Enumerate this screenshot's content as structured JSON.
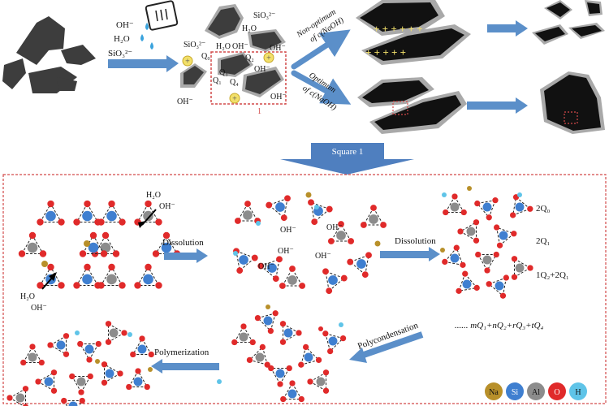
{
  "top": {
    "reagents": [
      "OH⁻",
      "H₂O",
      "SiO₃²⁻"
    ],
    "center_labels": {
      "sio3_a": "SiO₃²⁻",
      "sio3_b": "SiO₃²⁻",
      "h2o_a": "H₂O",
      "h2o_b": "H₂O",
      "oh_a": "OH⁻",
      "oh_b": "OH⁻",
      "oh_c": "OH⁻",
      "oh_d": "OH⁻",
      "oh_e": "OH⁻",
      "q0": "Q₀",
      "q1": "Q₁",
      "q2": "Q₂",
      "q3": "Q₃",
      "q4": "Q₄",
      "box_number": "1"
    },
    "branch_upper": [
      "Non-optimum",
      "of c(NaOH)"
    ],
    "branch_lower": [
      "Optimum",
      "of c(NaOH)"
    ],
    "plus_sign": "+",
    "square_label": "Square 1"
  },
  "panel": {
    "water_top": [
      "H₂O",
      "OH⁻"
    ],
    "water_bottom": [
      "H₂O",
      "OH⁻"
    ],
    "dissolution_1": "Dissolution",
    "dissolution_2": "Dissolution",
    "polycondensation": "Polycondensation",
    "polymerization": "Polymerization",
    "oh_labels": [
      "OH⁻",
      "OH⁻",
      "OH⁻",
      "OH⁻",
      "OH⁻"
    ],
    "q_species": [
      "2Q₀",
      "2Q₁",
      "1Q₂+2Q₁"
    ],
    "series": "...... mQ₁+nQ₂+rQ₃+tQ₄",
    "legend": [
      "Na",
      "Si",
      "Al",
      "O",
      "H"
    ]
  },
  "colors": {
    "particle": "#3d3d3d",
    "halo": "#a9a9a9",
    "arrow": "#5b8fc9",
    "square_label_bg": "#4f7fbf",
    "dashed_border": "#d24a4a",
    "si": "#3f7fd0",
    "al": "#8c8c8c",
    "o": "#e02a2a",
    "h": "#5fc4e8",
    "na": "#b8902a",
    "plus": "#f2e06a"
  }
}
